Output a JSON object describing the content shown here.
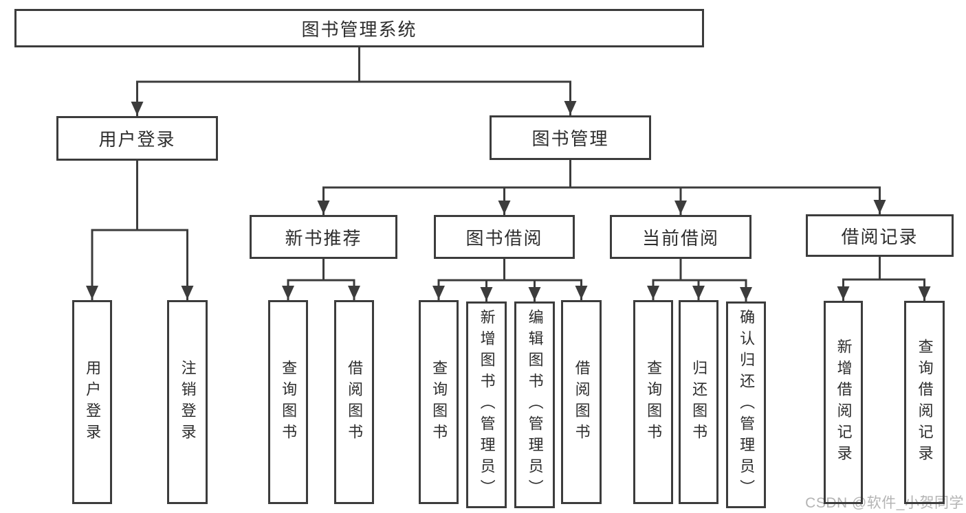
{
  "tree": {
    "root": {
      "label": "图书管理系统"
    },
    "branches": [
      {
        "label": "用户登录",
        "leaves": [
          {
            "label": "用户登录"
          },
          {
            "label": "注销登录"
          }
        ]
      },
      {
        "label": "图书管理",
        "groups": [
          {
            "label": "新书推荐",
            "leaves": [
              {
                "label": "查询图书"
              },
              {
                "label": "借阅图书"
              }
            ]
          },
          {
            "label": "图书借阅",
            "leaves": [
              {
                "label": "查询图书"
              },
              {
                "label": "新增图书（管理员）"
              },
              {
                "label": "编辑图书（管理员）"
              },
              {
                "label": "借阅图书"
              }
            ]
          },
          {
            "label": "当前借阅",
            "leaves": [
              {
                "label": "查询图书"
              },
              {
                "label": "归还图书"
              },
              {
                "label": "确认归还（管理员）"
              }
            ]
          },
          {
            "label": "借阅记录",
            "leaves": [
              {
                "label": "新增借阅记录"
              },
              {
                "label": "查询借阅记录"
              }
            ]
          }
        ]
      }
    ]
  },
  "watermark": {
    "text": "CSDN @软件_小贺同学"
  },
  "colors": {
    "line": "#3c3c3c",
    "text": "#2d2d2d",
    "box_background": "#ffffff",
    "watermark": "#b4b4b4"
  }
}
